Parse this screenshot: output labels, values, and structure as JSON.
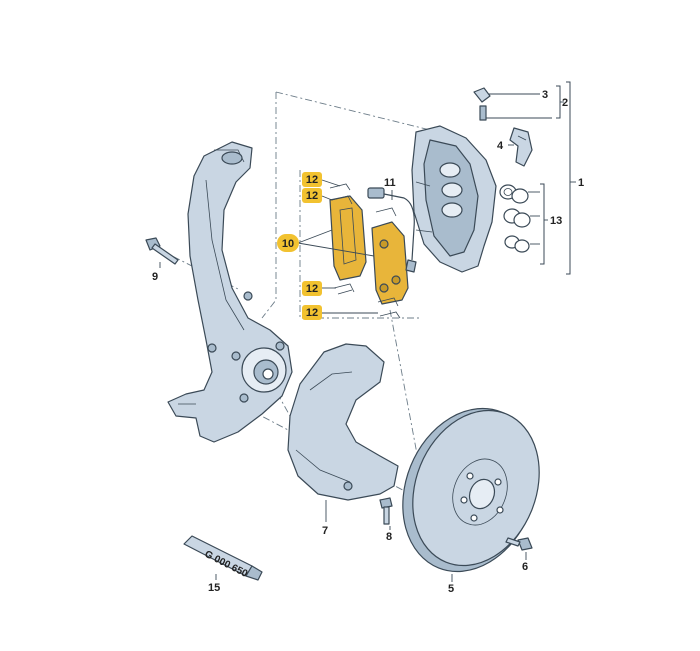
{
  "diagram": {
    "colors": {
      "part_fill": "#c9d6e3",
      "part_fill_dark": "#a9bccd",
      "outline": "#3b4a57",
      "highlight": "#f2c230",
      "pad_fill": "#e8b53a",
      "background": "#ffffff"
    },
    "callouts": {
      "c1": "1",
      "c2": "2",
      "c3": "3",
      "c4": "4",
      "c5": "5",
      "c6": "6",
      "c7": "7",
      "c8": "8",
      "c9": "9",
      "c10": "10",
      "c11": "11",
      "c12": "12",
      "c13": "13",
      "c15": "15"
    },
    "tube_marking": "G 000 650"
  }
}
